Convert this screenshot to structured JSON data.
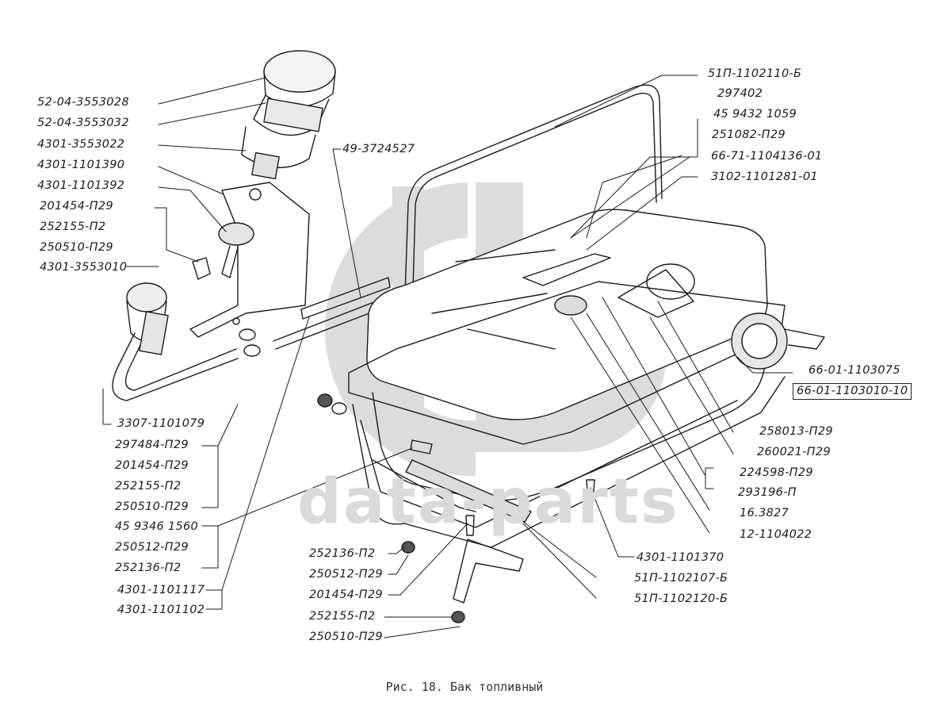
{
  "figure": {
    "caption": "Рис. 18. Бак топливный",
    "watermark_text": "data-parts",
    "watermark_color": "#d6d6d6",
    "line_color": "#1a1a1a"
  },
  "labels": {
    "left_top": [
      "52-04-3553028",
      "52-04-3553032",
      "4301-3553022",
      "4301-1101390",
      "4301-1101392",
      "201454-П29",
      "252155-П2",
      "250510-П29",
      "4301-3553010"
    ],
    "left_bottom": [
      "3307-1101079",
      "297484-П29",
      "201454-П29",
      "252155-П2",
      "250510-П29",
      "45 9346 1560",
      "250512-П29",
      "252136-П2",
      "4301-1101117",
      "4301-1101102"
    ],
    "center_bottom": [
      "252136-П2",
      "250512-П29",
      "201454-П29",
      "252155-П2",
      "250510-П29"
    ],
    "top_center": "49-3724527",
    "right_top": [
      "51П-1102110-Б",
      "297402",
      "45 9432 1059",
      "251082-П29",
      "66-71-1104136-01",
      "3102-1101281-01"
    ],
    "right_side_boxed": [
      "66-01-1103075",
      "66-01-1103010-10"
    ],
    "right_bottom": [
      "258013-П29",
      "260021-П29",
      "224598-П29",
      "293196-П",
      "16.3827",
      "12-1104022"
    ],
    "bottom_right": [
      "4301-1101370",
      "51П-1102107-Б",
      "51П-1102120-Б"
    ]
  }
}
